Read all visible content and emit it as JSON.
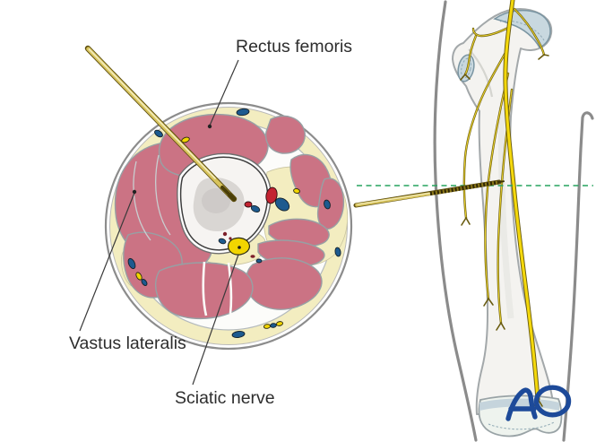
{
  "illustration": {
    "labels": {
      "rectus_femoris": "Rectus femoris",
      "vastus_lateralis": "Vastus lateralis",
      "sciatic_nerve": "Sciatic nerve"
    },
    "logo_text": "AO",
    "colors": {
      "muscle_pink": "#cb7384",
      "fat_cream": "#f3edc0",
      "bone_white": "#f6f4f2",
      "bone_canal_gray": "#d9d6d3",
      "nerve_yellow": "#f4d80b",
      "artery_red": "#c32331",
      "vein_blue": "#1d5a8f",
      "pin_gold": "#d7c35c",
      "section_line_green": "#27a35f",
      "silhouette_gray": "#8b8b8b",
      "logo_blue": "#1d4a99",
      "label_text": "#2d2d2d"
    }
  }
}
